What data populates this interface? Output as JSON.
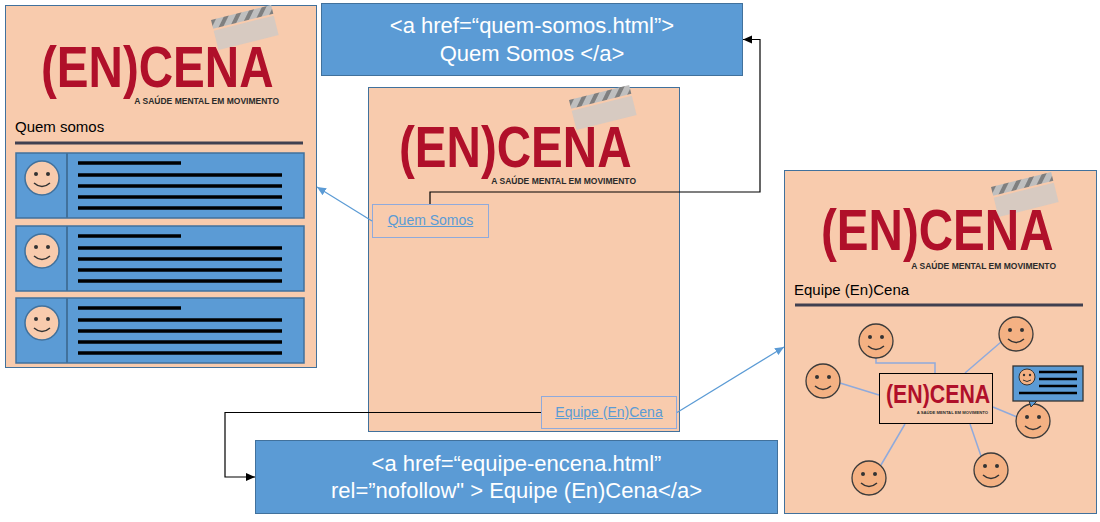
{
  "diagram": {
    "nodes": [
      {
        "text": [
          "<a href=“quem-somos.html”> Quem Somos </a>"
        ]
      },
      {
        "text": [
          "(EN)CENA",
          "A SAÚDE MENTAL EM MOVIMENTO",
          "Quem somos"
        ]
      },
      {
        "text": [
          "(EN)CENA",
          "A SAÚDE MENTAL EM MOVIMENTO"
        ]
      },
      {
        "text": [
          "Quem Somos"
        ],
        "in": 2
      },
      {
        "text": [
          "Equipe (En)Cena"
        ],
        "in": 2
      },
      {
        "text": [
          "(EN)CENA",
          "A SAÚDE MENTAL EM MOVIMENTO",
          "Equipe (En)Cena"
        ]
      },
      {
        "text": [
          "(EN)CENA",
          "A SAÚDE MENTAL EM MOVIMENTO"
        ],
        "in": 5
      },
      {
        "text": [
          "<a href=“equipe-encena.html” rel=”nofollow\" > Equipe (En)Cena</a>"
        ]
      }
    ],
    "edges": [
      {
        "from": 3,
        "to": 0,
        "arrow": "to"
      },
      {
        "from": 3,
        "to": 1,
        "arrow": "to"
      },
      {
        "from": 4,
        "to": 5,
        "arrow": "to"
      },
      {
        "from": 4,
        "to": 7,
        "arrow": "to"
      }
    ]
  }
}
